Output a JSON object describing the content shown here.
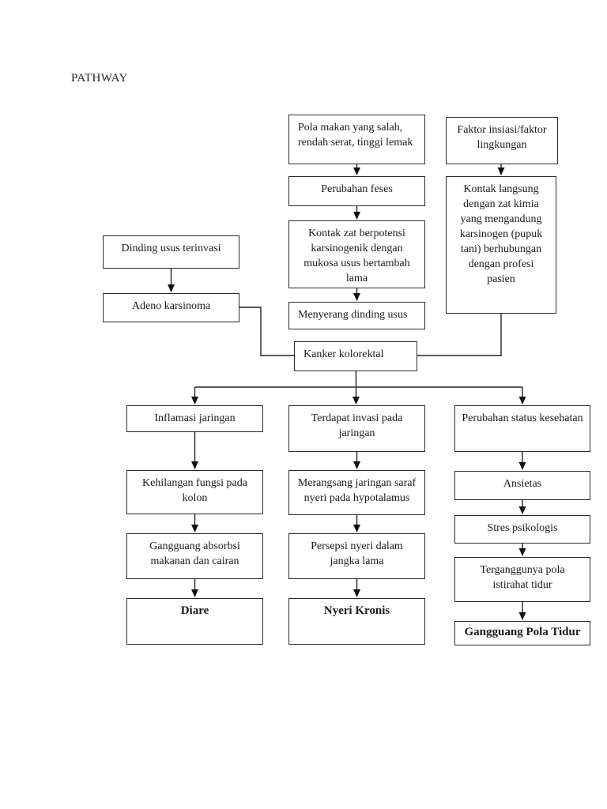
{
  "page": {
    "title": "PATHWAY",
    "background": "#ffffff",
    "line_color": "#222222",
    "border_color": "#2a2a2a"
  },
  "nodes": {
    "pola_makan": {
      "label": "Pola makan yang salah,\nrendah serat, tinggi lemak"
    },
    "faktor": {
      "label": "Faktor insiasi/faktor\nlingkungan"
    },
    "perubahan_feses": {
      "label": "Perubahan feses"
    },
    "kontak_langsung": {
      "label": "Kontak langsung\ndengan zat kimia\nyang mengandung\nkarsinogen (pupuk\ntani) berhubungan\ndengan profesi\npasien"
    },
    "kontak_zat": {
      "label": "Kontak zat berpotensi\nkarsinogenik dengan\nmukosa usus bertambah\nlama"
    },
    "menyerang": {
      "label": "Menyerang dinding usus"
    },
    "dinding": {
      "label": "Dinding usus terinvasi"
    },
    "adeno": {
      "label": "Adeno karsinoma"
    },
    "kanker": {
      "label": "Kanker kolorektal"
    },
    "inflamasi": {
      "label": "Inflamasi jaringan"
    },
    "terdapat": {
      "label": "Terdapat invasi pada\njaringan"
    },
    "perubahan_status": {
      "label": "Perubahan status kesehatan"
    },
    "kehilangan": {
      "label": "Kehilangan fungsi pada\nkolon"
    },
    "merangsang": {
      "label": "Merangsang jaringan saraf\nnyeri pada hypotalamus"
    },
    "ansietas": {
      "label": "Ansietas"
    },
    "stres": {
      "label": "Stres psikologis"
    },
    "gangguan_absorbsi": {
      "label": "Gangguang absorbsi\nmakanan dan cairan"
    },
    "persepsi": {
      "label": "Persepsi nyeri dalam\njangka lama"
    },
    "terganggu": {
      "label": "Terganggunya pola\nistirahat tidur"
    },
    "diare": {
      "label": "Diare"
    },
    "nyeri_kronis": {
      "label": "Nyeri Kronis"
    },
    "gangguan_tidur": {
      "label": "Gangguang Pola Tidur"
    }
  }
}
